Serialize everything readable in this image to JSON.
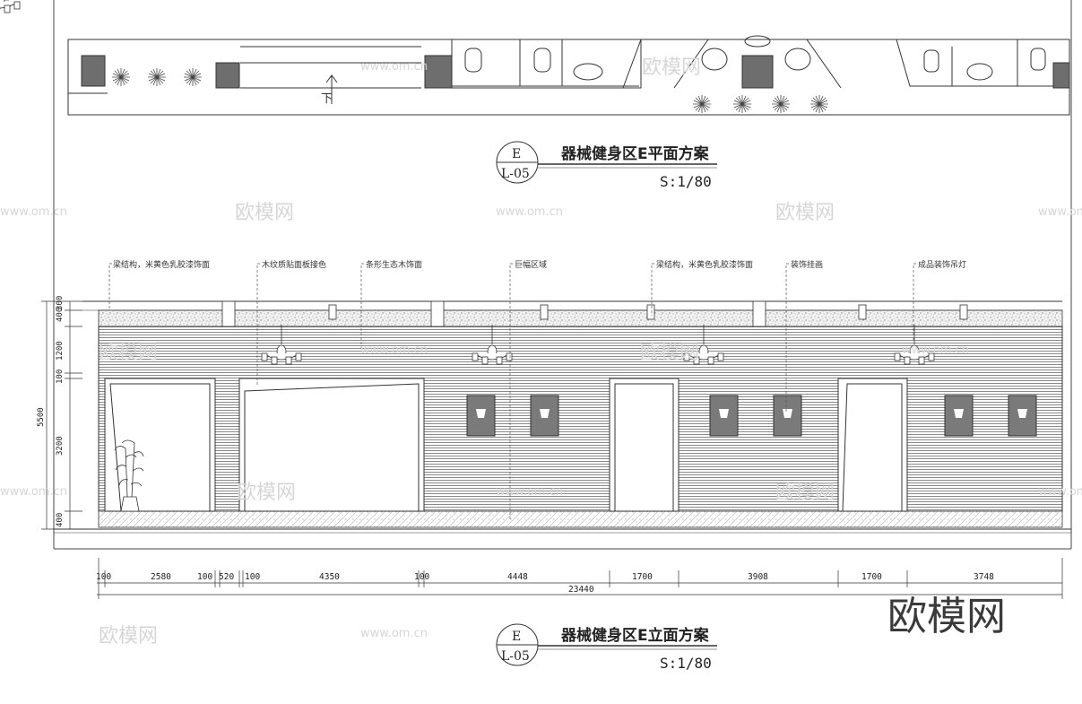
{
  "plan": {
    "marker_letter": "E",
    "marker_sheet": "L-05",
    "title": "器械健身区E平面方案",
    "scale": "S:1/80",
    "section_mark": "下"
  },
  "elevation": {
    "marker_letter": "E",
    "marker_sheet": "L-05",
    "title": "器械健身区E立面方案",
    "scale": "S:1/80",
    "annotations": [
      "梁结构，米黄色乳胶漆饰面",
      "木纹质贴面板接色",
      "条形生态木饰面",
      "巨幅区域",
      "梁结构，米黄色乳胶漆饰面",
      "装饰挂画",
      "成品装饰吊灯"
    ],
    "vertical_dims": [
      "400",
      "300",
      "1200",
      "100",
      "3200",
      "400"
    ],
    "total_height": "5500",
    "horizontal_dims": [
      "100",
      "2580",
      "100",
      "520",
      "100",
      "4350",
      "100",
      "4448",
      "1700",
      "3908",
      "1700",
      "3748"
    ],
    "total_width": "23440"
  },
  "watermark": {
    "brand": "欧模网",
    "url": "www.om.cn"
  },
  "colors": {
    "line": "#333333",
    "column_fill": "#6e6e6e",
    "artwork_fill": "#7a7a7a",
    "stripe": "#9a9a9a"
  }
}
